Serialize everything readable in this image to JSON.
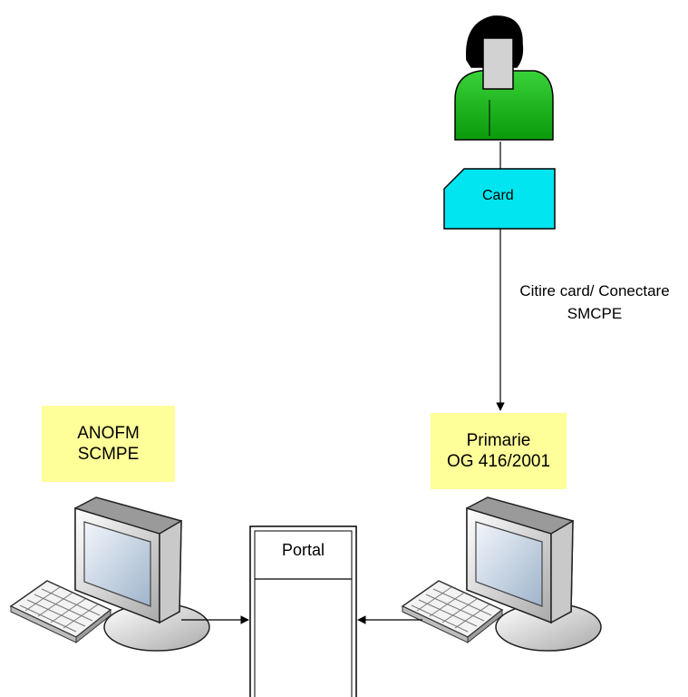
{
  "card": {
    "label": "Card"
  },
  "connection": {
    "line1": "Citire card/ Conectare",
    "line2": "SMCPE"
  },
  "left_station": {
    "line1": "ANOFM",
    "line2": "SCMPE"
  },
  "right_station": {
    "line1": "Primarie",
    "line2": "OG 416/2001"
  },
  "server": {
    "label": "Portal"
  },
  "colors": {
    "person_body": "#13b713",
    "card_fill": "#00e5ef",
    "label_fill": "#ffff99",
    "monitor_screen": "#c7d6e6",
    "line": "#000000"
  },
  "icons": [
    "person-icon",
    "card-icon",
    "computer-icon",
    "keyboard-icon",
    "server-icon"
  ]
}
